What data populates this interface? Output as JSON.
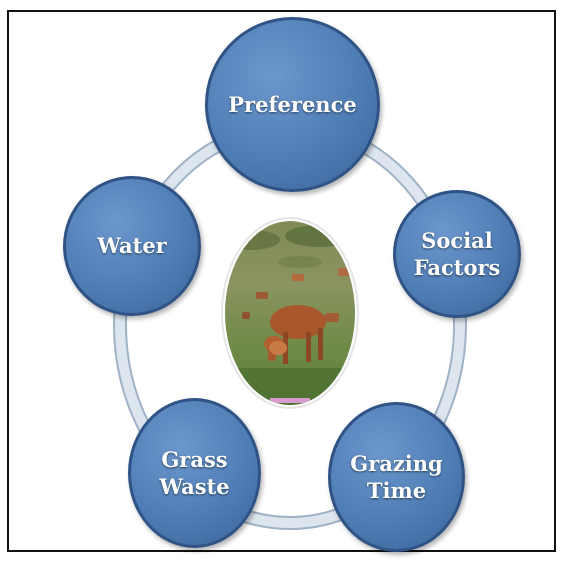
{
  "diagram": {
    "nodes": [
      {
        "id": "preference",
        "label": "Preference"
      },
      {
        "id": "social-factors",
        "label": "Social\nFactors"
      },
      {
        "id": "grazing-time",
        "label": "Grazing\nTime"
      },
      {
        "id": "grass-waste",
        "label": "Grass\nWaste"
      },
      {
        "id": "water",
        "label": "Water"
      }
    ],
    "center_image": {
      "subject": "cattle-grazing-photo",
      "caption": ""
    },
    "colors": {
      "node_fill": "#4f7db5",
      "node_fill_dark": "#3a6499",
      "node_border": "#2f5385",
      "ring": "#cfd9e4",
      "ring_outline": "#9fb2c6",
      "frame": "#111111"
    }
  }
}
